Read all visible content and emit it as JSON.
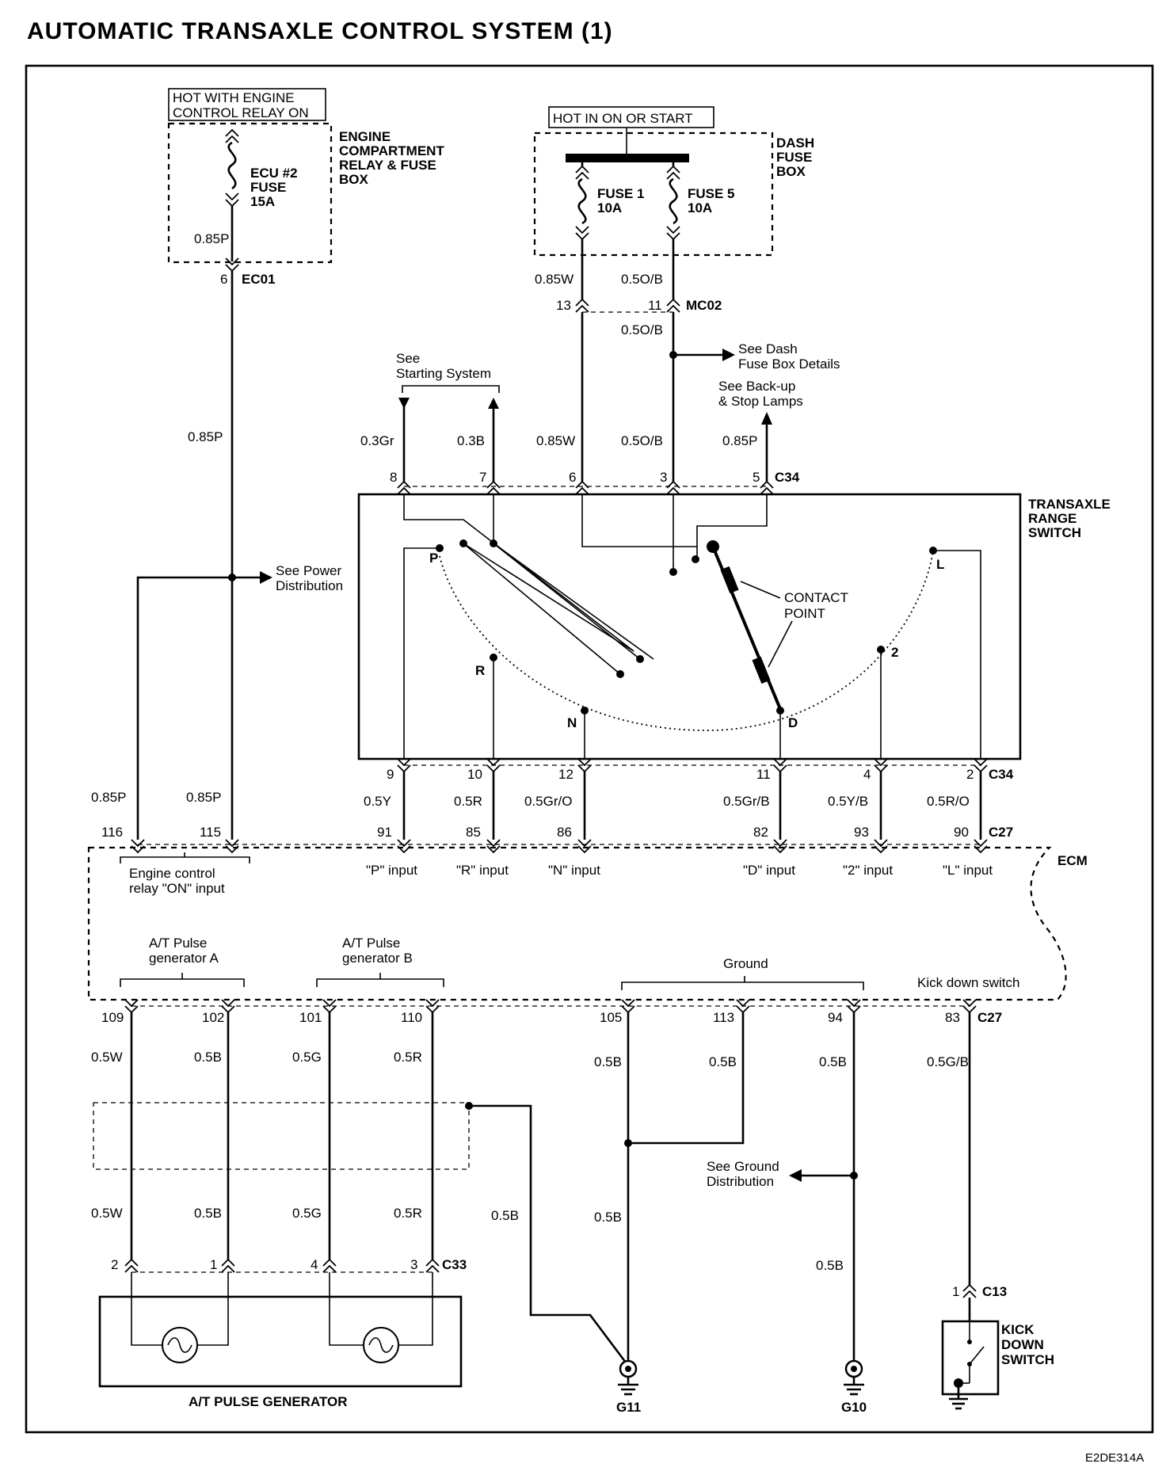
{
  "title": "AUTOMATIC TRANSAXLE CONTROL SYSTEM (1)",
  "figure_id": "E2DE314A",
  "power": {
    "engine_relay_hot": [
      "HOT WITH ENGINE",
      "CONTROL RELAY ON"
    ],
    "engine_box": [
      "ENGINE",
      "COMPARTMENT",
      "RELAY & FUSE",
      "BOX"
    ],
    "ecu_fuse": [
      "ECU #2",
      "FUSE",
      "15A"
    ],
    "hot_on_start": "HOT IN ON OR START",
    "dash_box": [
      "DASH",
      "FUSE",
      "BOX"
    ],
    "fuse1": [
      "FUSE 1",
      "10A"
    ],
    "fuse5": [
      "FUSE 5",
      "10A"
    ]
  },
  "connectors": {
    "ec01": "EC01",
    "ec01_pin": "6",
    "mc02": "MC02",
    "mc02_pin13": "13",
    "mc02_pin11": "11",
    "c34": "C34",
    "c34_top_pins": [
      "8",
      "7",
      "6",
      "3",
      "5"
    ],
    "c34_bot_pins": [
      "9",
      "10",
      "12",
      "11",
      "4",
      "2"
    ],
    "c27": "C27",
    "c27_top_pins": [
      "116",
      "115",
      "91",
      "85",
      "86",
      "82",
      "93",
      "90"
    ],
    "c27_bot_pins": [
      "109",
      "102",
      "101",
      "110",
      "105",
      "113",
      "94",
      "83"
    ],
    "c33": "C33",
    "c33_pins": [
      "2",
      "1",
      "4",
      "3"
    ],
    "c13": "C13",
    "c13_pin": "1"
  },
  "wires": {
    "w085p_a": "0.85P",
    "w085p_b": "0.85P",
    "w085w_a": "0.85W",
    "w05ob_a": "0.5O/B",
    "w05ob_b": "0.5O/B",
    "w03gr": "0.3Gr",
    "w03b": "0.3B",
    "w085w_b": "0.85W",
    "w05ob_c": "0.5O/B",
    "w085p_c": "0.85P",
    "w085p_d": "0.85P",
    "w085p_e": "0.85P",
    "w05y": "0.5Y",
    "w05r": "0.5R",
    "w05gro": "0.5Gr/O",
    "w05grb": "0.5Gr/B",
    "w05yb": "0.5Y/B",
    "w05ro": "0.5R/O",
    "w05w_a": "0.5W",
    "w05b_a": "0.5B",
    "w05g_a": "0.5G",
    "w05r_a": "0.5R",
    "w05b_g1": "0.5B",
    "w05b_g2": "0.5B",
    "w05b_g3": "0.5B",
    "w05gb": "0.5G/B",
    "w05w_b": "0.5W",
    "w05b_b": "0.5B",
    "w05g_b": "0.5G",
    "w05r_b": "0.5R",
    "w05b_shield": "0.5B",
    "w05b_g11": "0.5B",
    "w05b_g10": "0.5B"
  },
  "references": {
    "starting": [
      "See",
      "Starting System"
    ],
    "dash_details": [
      "See Dash",
      "Fuse Box Details"
    ],
    "backup": [
      "See Back-up",
      "& Stop Lamps"
    ],
    "power_dist": [
      "See Power",
      "Distribution"
    ],
    "ground_dist": [
      "See Ground",
      "Distribution"
    ]
  },
  "switch": {
    "name": [
      "TRANSAXLE",
      "RANGE",
      "SWITCH"
    ],
    "contact": [
      "CONTACT",
      "POINT"
    ],
    "positions": [
      "P",
      "R",
      "N",
      "D",
      "2",
      "L"
    ]
  },
  "ecm": {
    "name": "ECM",
    "relay_input": [
      "Engine control",
      "relay \"ON\" input"
    ],
    "inputs": [
      "\"P\" input",
      "\"R\" input",
      "\"N\" input",
      "\"D\" input",
      "\"2\" input",
      "\"L\" input"
    ],
    "pulse_a": [
      "A/T Pulse",
      "generator A"
    ],
    "pulse_b": [
      "A/T Pulse",
      "generator B"
    ],
    "ground": "Ground",
    "kickdown": "Kick down switch"
  },
  "components": {
    "pulse_gen": "A/T PULSE GENERATOR",
    "g11": "G11",
    "g10": "G10",
    "kickdown_switch": [
      "KICK",
      "DOWN",
      "SWITCH"
    ]
  }
}
